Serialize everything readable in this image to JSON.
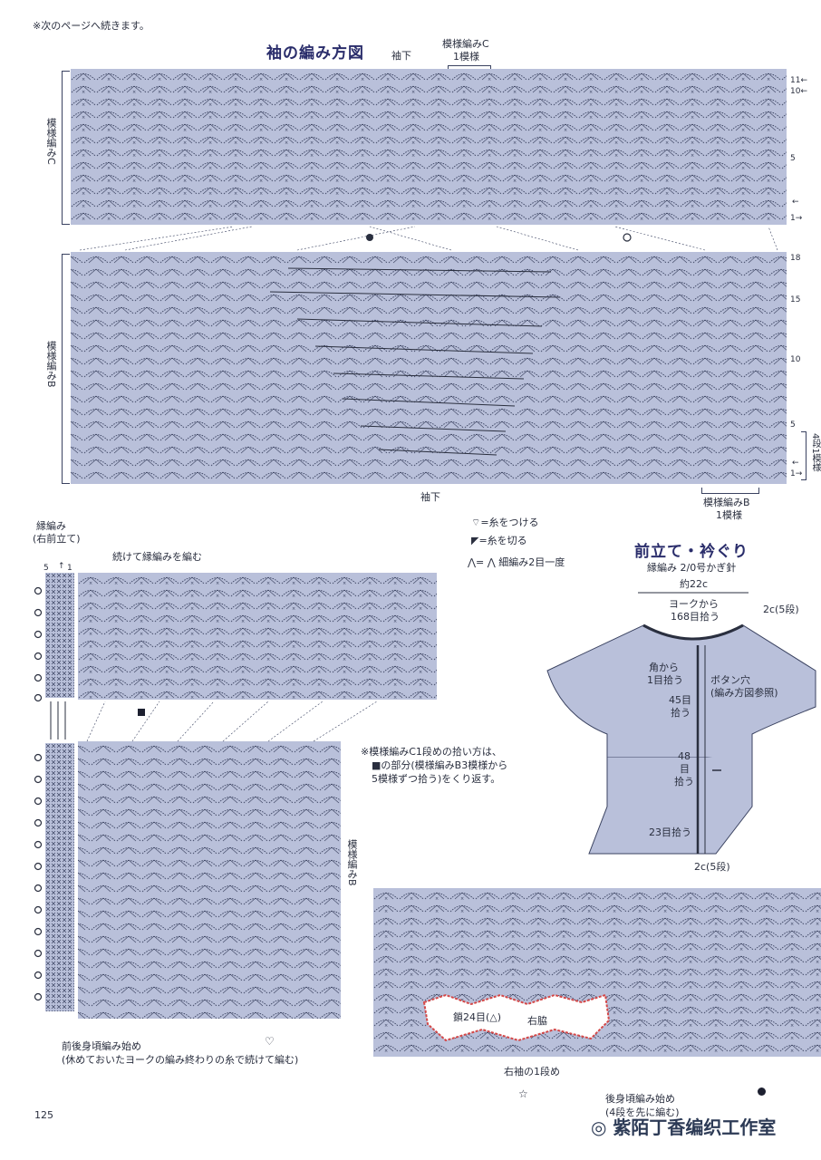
{
  "header": {
    "continue_note": "※次のページへ続きます。"
  },
  "sleeve": {
    "title": "袖の編み方図",
    "underarm_top": "袖下",
    "underarm_bottom": "袖下",
    "pattern_c_label": "模様編みC",
    "pattern_c_repeat": "1模様",
    "pattern_c_side": "模様編みC",
    "pattern_b_side": "模様編みB",
    "pattern_b_label": "模様編みB",
    "pattern_b_repeat": "1模様",
    "row_c": [
      "11←",
      "10←",
      "5",
      "←",
      "1→"
    ],
    "row_b": [
      "18",
      "15",
      "10",
      "5",
      "←",
      "1→"
    ],
    "bracket": "4段1模様"
  },
  "legend": {
    "attach": "=糸をつける",
    "cut": "=糸を切る",
    "dec": "=",
    "dec_text": "細編み2目一度"
  },
  "front": {
    "edge_title": "縁編み",
    "edge_sub": "(右前立て)",
    "edge_counts": [
      "5",
      "↑",
      "1"
    ],
    "continue": "続けて縁編みを編む",
    "pattern_b_side": "模様編みB",
    "note_line1": "※模様編みC1段めの拾い方は、",
    "note_line2": "■の部分(模様編みB3模様から",
    "note_line3": "5模様ずつ拾う)をくり返す。",
    "start_label1": "前後身頃編み始め",
    "start_label2": "(休めておいたヨークの編み終わりの糸で続けて編む)",
    "chain": "鎖24目(△)",
    "right_side": "右脇",
    "sleeve_row1": "右袖の1段め",
    "back_start1": "後身頃編み始め",
    "back_start2": "(4段を先に編む)",
    "page_no": "125"
  },
  "schematic": {
    "title": "前立て・衿ぐり",
    "subtitle": "縁編み  2/0号かぎ針",
    "width": "約22c",
    "pickup1": "ヨークから",
    "pickup2": "168目拾う",
    "top_right": "2c(5段)",
    "corner1": "角から",
    "corner2": "1目拾う",
    "button1": "ボタン穴",
    "button2": "(編み方図参照)",
    "p45a": "45目",
    "p45b": "拾う",
    "p48a": "48",
    "p48b": "目",
    "p48c": "拾う",
    "p23": "23目拾う",
    "bottom_right": "2c(5段)"
  },
  "watermark": "紫陌丁香编织工作室",
  "colors": {
    "panel": "#b9c0da",
    "stitch": "#3a4260",
    "title": "#2a2d6b",
    "accent_red": "#d44848"
  }
}
